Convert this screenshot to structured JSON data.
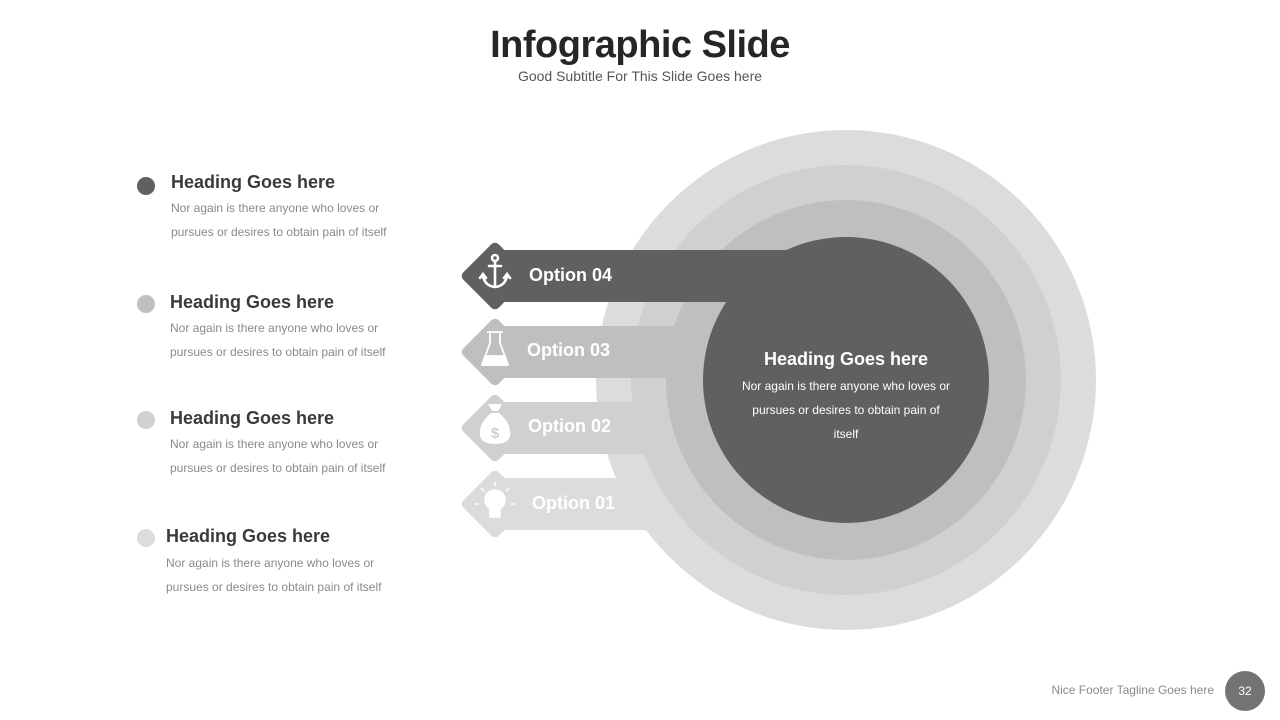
{
  "header": {
    "title": "Infographic Slide",
    "subtitle": "Good Subtitle For This Slide Goes here"
  },
  "left_items": [
    {
      "heading": "Heading Goes here",
      "body": "Nor again  is there anyone who loves or pursues or desires to obtain pain of itself",
      "dot_color": "#606060"
    },
    {
      "heading": "Heading Goes here",
      "body": "Nor again  is there anyone who loves or pursues or desires to obtain pain of itself",
      "dot_color": "#bfbfbf"
    },
    {
      "heading": "Heading Goes here",
      "body": "Nor again  is there anyone who loves or pursues or desires to obtain pain of itself",
      "dot_color": "#d0d0d0"
    },
    {
      "heading": "Heading Goes here",
      "body": "Nor again  is there anyone who loves or pursues or desires to obtain pain of itself",
      "dot_color": "#dcdcdc"
    }
  ],
  "options": [
    {
      "label": "Option 04",
      "icon": "anchor-icon",
      "color": "#606060"
    },
    {
      "label": "Option 03",
      "icon": "flask-icon",
      "color": "#bfbfbf"
    },
    {
      "label": "Option 02",
      "icon": "money-bag-icon",
      "color": "#d0d0d0"
    },
    {
      "label": "Option 01",
      "icon": "lightbulb-icon",
      "color": "#dcdcdc"
    }
  ],
  "center": {
    "heading": "Heading Goes here",
    "body": "Nor again  is there anyone who loves or pursues or desires to obtain pain of itself"
  },
  "footer": {
    "tagline": "Nice Footer  Tagline Goes here",
    "page_number": "32"
  }
}
